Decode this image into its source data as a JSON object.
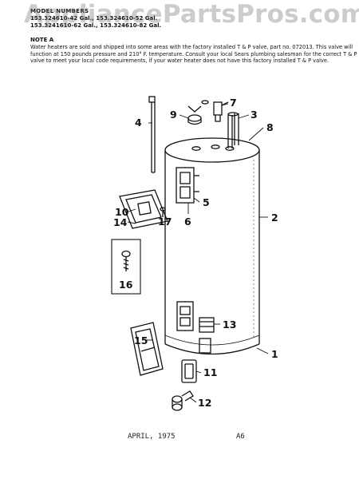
{
  "header": {
    "model_title": "MODEL NUMBERS",
    "model_line1": "153.324610-42 Gal., 153.324610-52 Gal.",
    "model_line2": "153.3241610-62 Gal., 153.324610-82 Gal.",
    "note_title": "NOTE A",
    "note_text": "Water heaters are sold and shipped into some areas with the factory installed T & P valve, part no. 072013. This valve will function at 150 pounds pressure and 210° F. temperature. Consult your local Sears plumbing salesman for the correct T & P valve to meet your local code requirements, if your water heater does not have this factory installed T & P valve."
  },
  "watermark": {
    "text": "AppliancePartsPros.com"
  },
  "callouts": {
    "c1": "1",
    "c2": "2",
    "c3": "3",
    "c4": "4",
    "c5": "5",
    "c6": "6",
    "c7": "7",
    "c8": "8",
    "c9": "9",
    "c10": "10",
    "c11": "11",
    "c12": "12",
    "c13": "13",
    "c14": "14",
    "c15": "15",
    "c16": "16",
    "c17": "17"
  },
  "footer": {
    "date": "APRIL, 1975",
    "code": "A6"
  }
}
